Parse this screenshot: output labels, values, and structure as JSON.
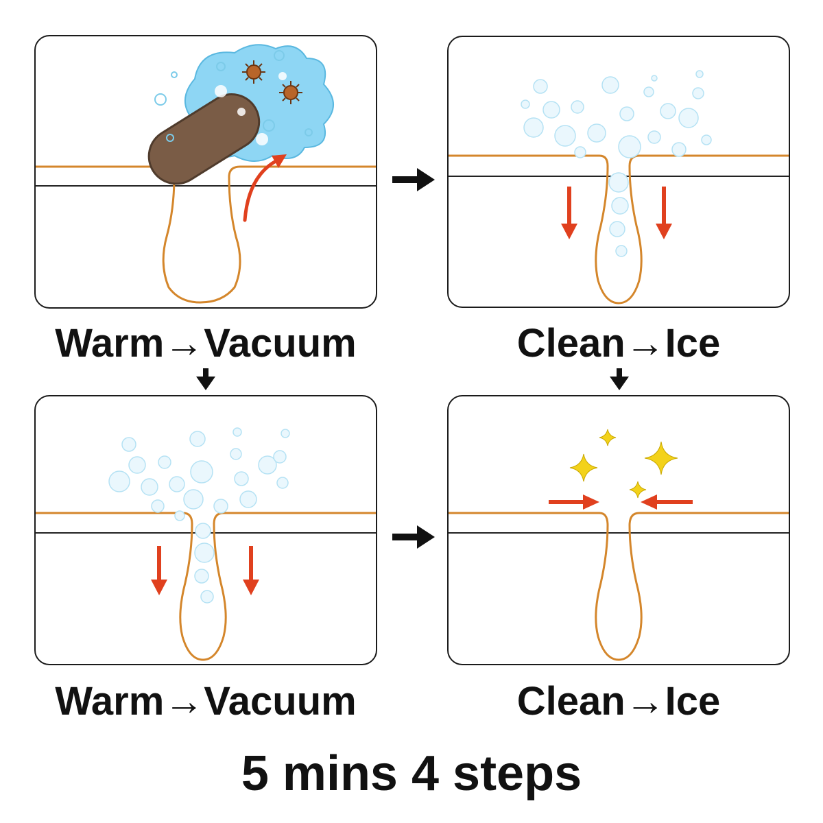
{
  "panels": [
    {
      "caption": "Warm→Vacuum"
    },
    {
      "caption": "Clean→Ice"
    },
    {
      "caption": "Warm→Vacuum"
    },
    {
      "caption": "Clean→Ice"
    }
  ],
  "footer": "5 mins 4 steps",
  "colors": {
    "skin_line": "#d4862b",
    "arrow_red": "#e0401e",
    "bubble": "#8fd3ee",
    "cloud": "#8ed6f4",
    "dirt": "#7a5c46",
    "sparkle": "#f3d21a",
    "flow_arrow": "#111111"
  },
  "icons": [
    "right-arrow-icon",
    "down-arrow-icon",
    "sparkle-icon",
    "bubble-icon",
    "bacteria-icon"
  ]
}
